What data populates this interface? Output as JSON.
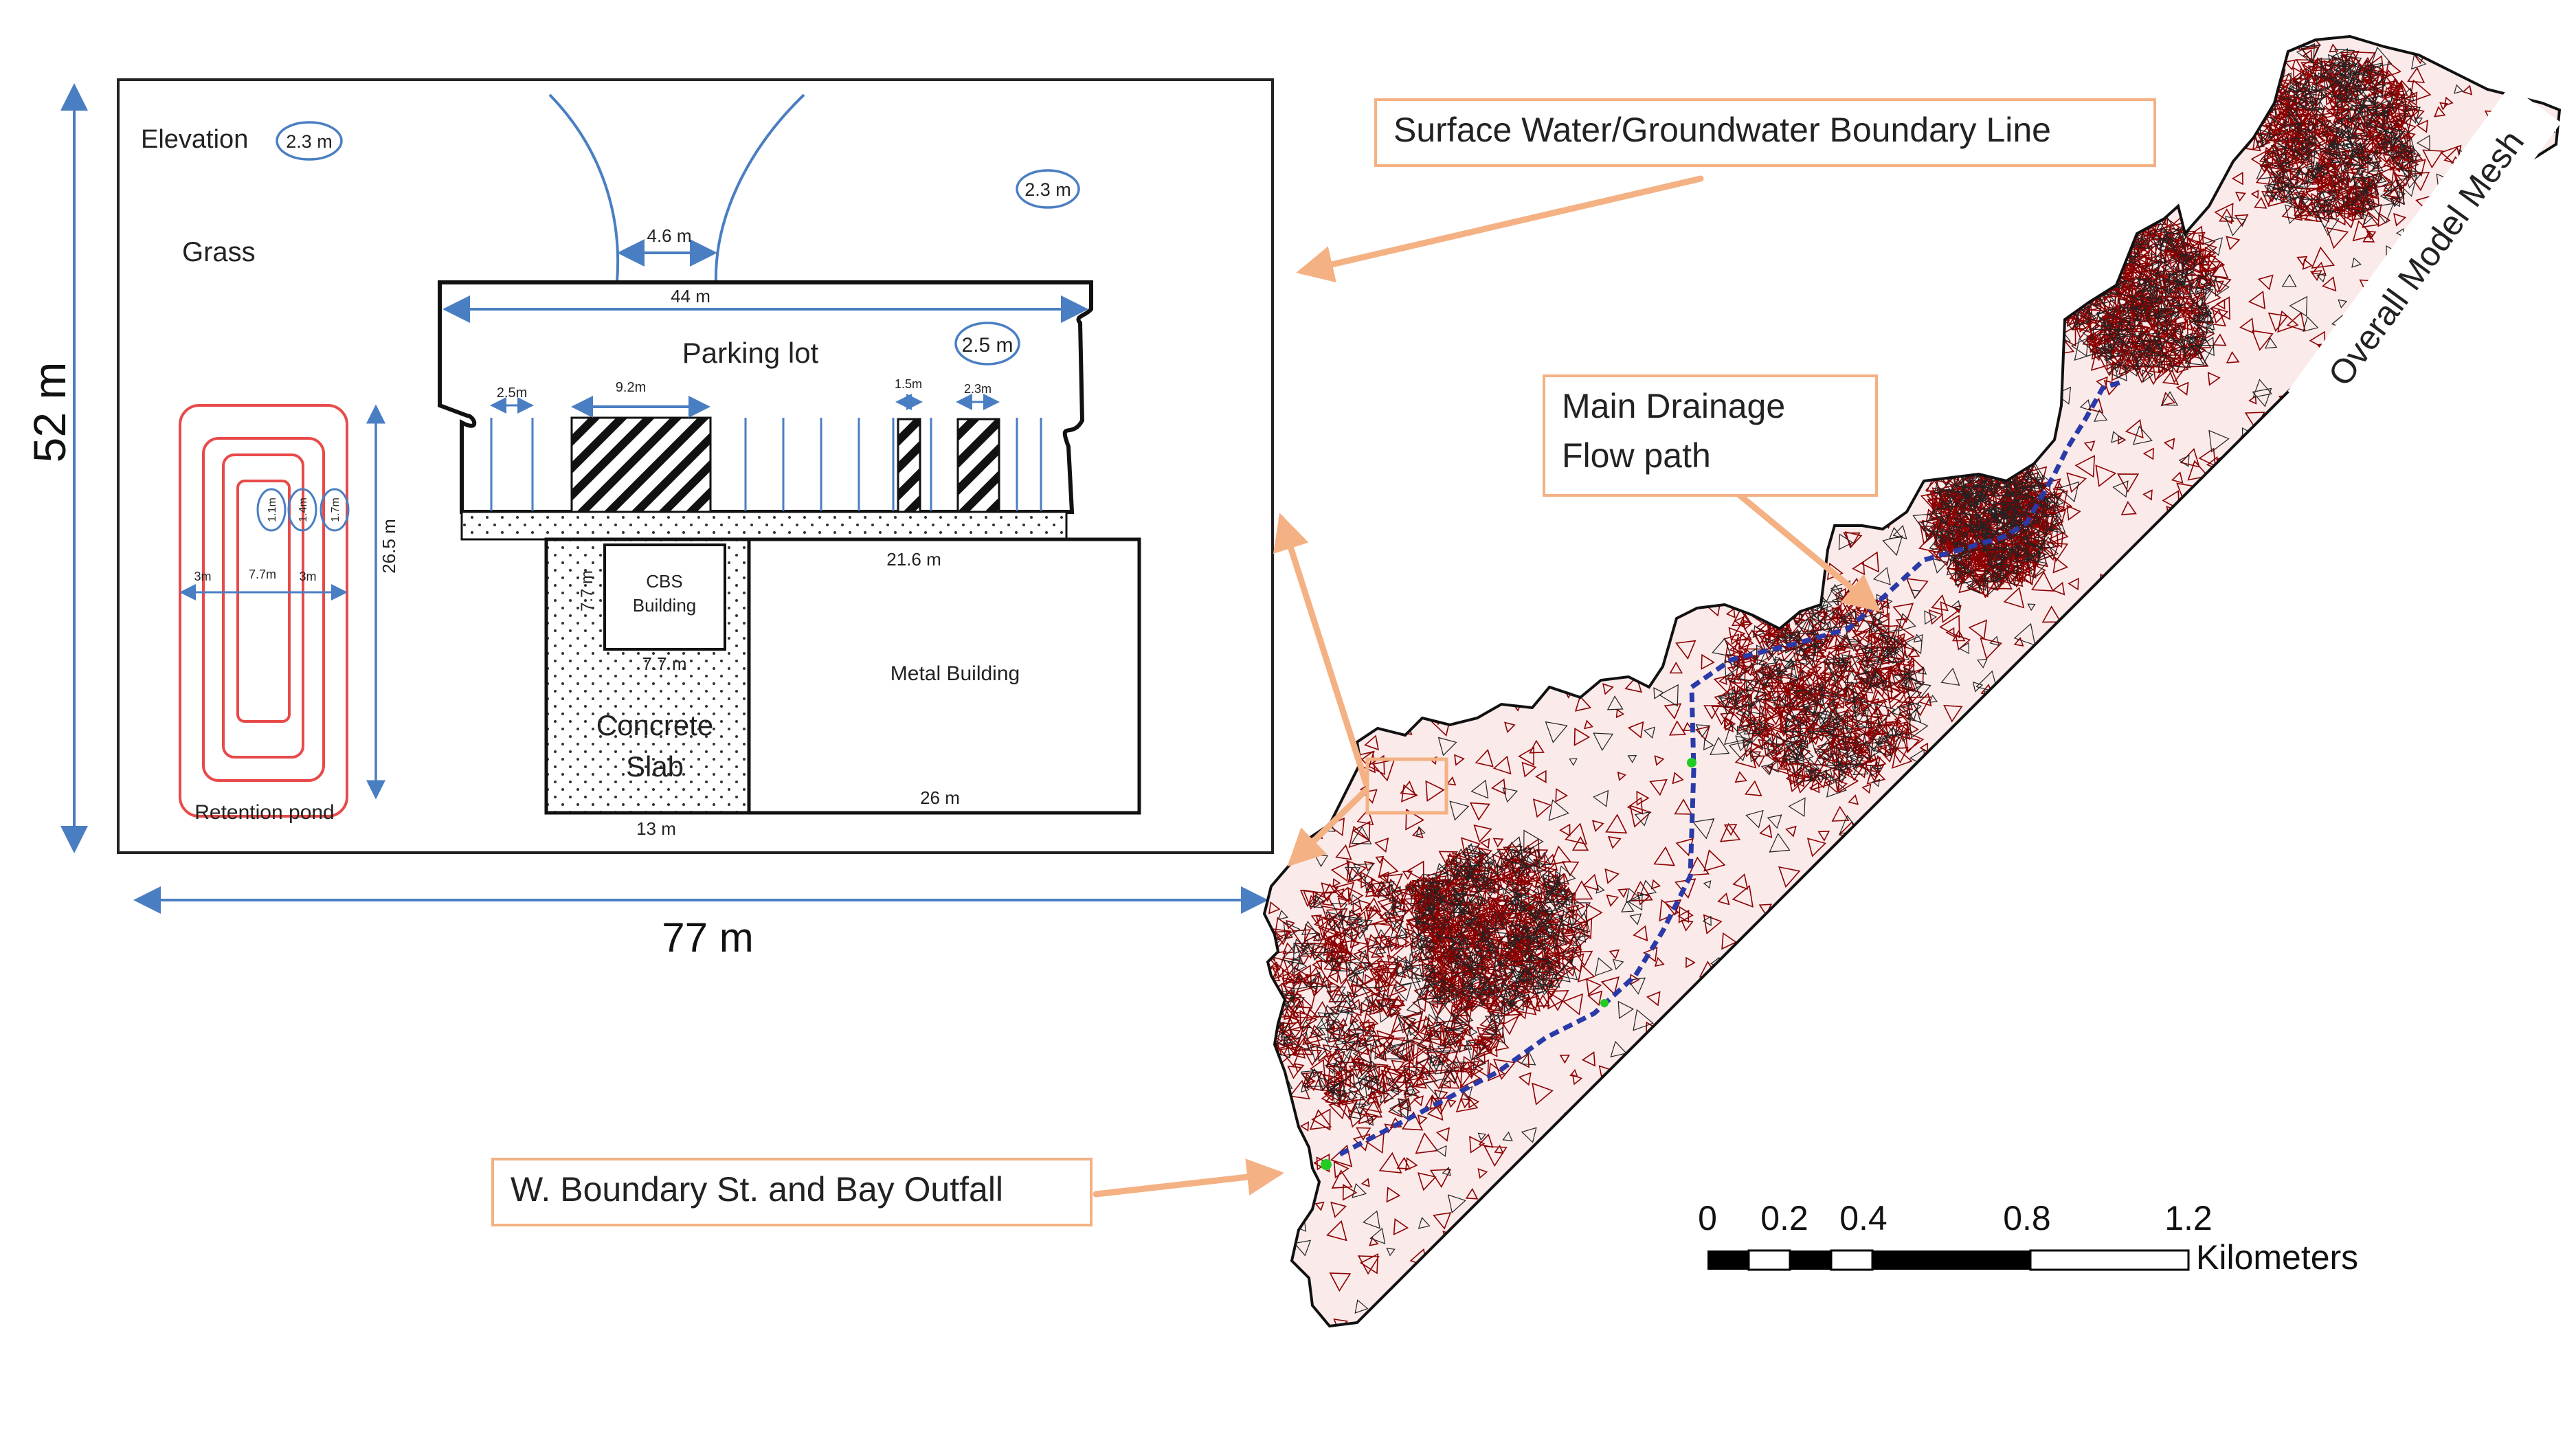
{
  "site_plan": {
    "height_dimension": "52 m",
    "width_dimension": "77 m",
    "elevation_label": "Elevation",
    "elevation_values": [
      "2.3 m",
      "2.3 m",
      "2.5 m"
    ],
    "grass_label": "Grass",
    "parking_lot_label": "Parking lot",
    "dimensions": {
      "entrance": "4.6 m",
      "parking_width": "44 m",
      "stall_2_5": "2.5m",
      "stall_9_2": "9.2m",
      "stall_1_5": "1.5m",
      "stall_2_3": "2.3m",
      "metal_top": "21.6 m",
      "metal_bottom": "26 m",
      "slab_bottom": "13 m",
      "cbs_width": "7.7 m",
      "cbs_height": "7.7 m",
      "pond_height": "26.5 m",
      "pond_left": "3m",
      "pond_mid": "7.7m",
      "pond_right": "3m",
      "pond_ring_1": "1.1m",
      "pond_ring_2": "1.4m",
      "pond_ring_3": "1.7m"
    },
    "buildings": {
      "cbs_line1": "CBS",
      "cbs_line2": "Building",
      "metal": "Metal Building",
      "slab_line1": "Concrete",
      "slab_line2": "Slab"
    },
    "retention_pond_label": "Retention pond"
  },
  "callouts": {
    "boundary_line": "Surface Water/Groundwater Boundary Line",
    "drainage_line1": "Main Drainage",
    "drainage_line2": "Flow path",
    "outfall": "W. Boundary St. and Bay Outfall",
    "mesh": "Overall Model Mesh"
  },
  "scale_bar": {
    "ticks": [
      "0",
      "0.2",
      "0.4",
      "0.8",
      "1.2"
    ],
    "unit": "Kilometers"
  },
  "colors": {
    "callout_border": "#f4b183",
    "arrow": "#f4b183",
    "dimension_line": "#4a7ec2",
    "pond": "#e84a4a",
    "mesh_edges": "#8b0000",
    "mesh_outline": "#111111",
    "drainage_path": "#2a3aa8"
  }
}
